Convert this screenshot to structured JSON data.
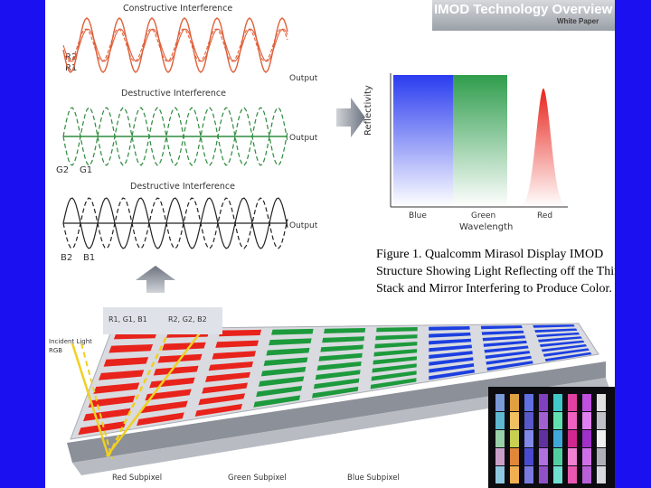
{
  "header": {
    "title": "IMOD Technology Overview",
    "subtitle": "White Paper"
  },
  "waves": {
    "constructive_title": "Constructive Interference",
    "destructive_title_1": "Destructive Interference",
    "destructive_title_2": "Destructive Interference",
    "output_label": "Output",
    "r2": "R2",
    "r1": "R1",
    "g2": "G2",
    "g1": "G1",
    "b2": "B2",
    "b1": "B1"
  },
  "spectrum": {
    "ylabel": "Reflectivity",
    "xlabel": "Wavelength",
    "categories": [
      "Blue",
      "Green",
      "Red"
    ]
  },
  "caption": "Figure 1. Qualcomm Mirasol Display IMOD Structure Showing Light Reflecting off the Thin-film Stack and Mirror Interfering to Produce Color.",
  "device": {
    "incident_label_1": "Incident Light",
    "incident_label_2": "RGB",
    "reflected_left": "R1, G1, B1",
    "reflected_right": "R2, G2, B2",
    "subpixels": [
      "Red Subpixel",
      "Green Subpixel",
      "Blue Subpixel"
    ]
  },
  "colors": {
    "red": "#e8231b",
    "green": "#1d9a3c",
    "blue": "#1b3fe0",
    "wave_red": "#e0603a",
    "wave_green": "#2e8b3e",
    "wave_black": "#222222",
    "background": "#1a10f0"
  }
}
